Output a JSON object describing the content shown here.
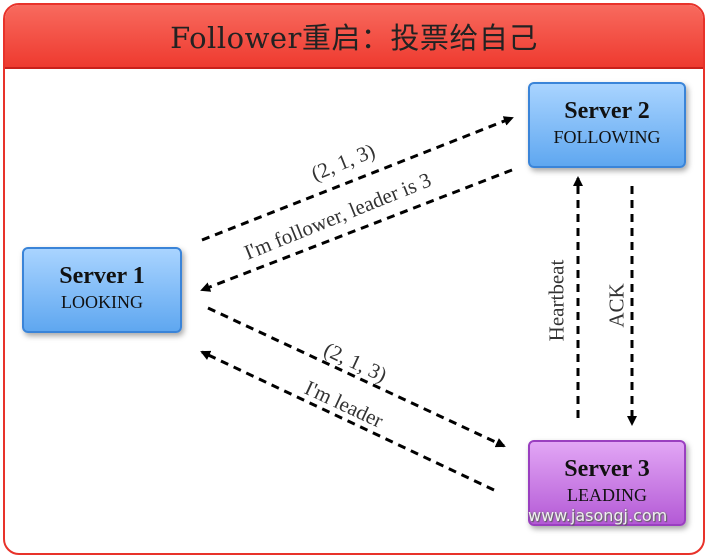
{
  "title": "Follower重启：投票给自己",
  "servers": {
    "s1": {
      "name": "Server 1",
      "state": "LOOKING"
    },
    "s2": {
      "name": "Server 2",
      "state": "FOLLOWING"
    },
    "s3": {
      "name": "Server 3",
      "state": "LEADING"
    }
  },
  "messages": {
    "s1_to_s2_vote": "(2, 1, 3)",
    "s2_to_s1_reply": "I'm follower, leader is 3",
    "s1_to_s3_vote": "(2, 1, 3)",
    "s3_to_s1_reply": "I'm leader",
    "s3_to_s2": "Heartbeat",
    "s2_to_s3": "ACK"
  },
  "watermark": "www.jasongj.com",
  "colors": {
    "title_bar": "#ee3a2f",
    "border": "#e8322a",
    "server_blue": "#5fa7f0",
    "server_purple": "#b45ad6"
  }
}
